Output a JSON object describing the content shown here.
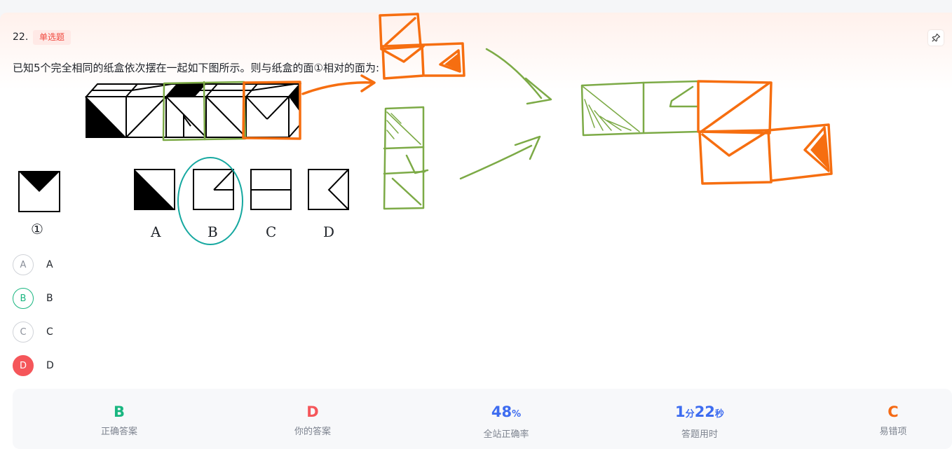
{
  "question": {
    "number": "22.",
    "type_badge": "单选题",
    "text": "已知5个完全相同的纸盒依次摆在一起如下图所示。则与纸盒的面①相对的面为:",
    "figure_labels": {
      "face": "①",
      "a": "A",
      "b": "B",
      "c": "C",
      "d": "D"
    }
  },
  "options": [
    {
      "letter": "A",
      "text": "A",
      "state": "default"
    },
    {
      "letter": "B",
      "text": "B",
      "state": "correct"
    },
    {
      "letter": "C",
      "text": "C",
      "state": "default"
    },
    {
      "letter": "D",
      "text": "D",
      "state": "wrong"
    }
  ],
  "stats": {
    "correct_answer": {
      "value": "B",
      "label": "正确答案"
    },
    "your_answer": {
      "value": "D",
      "label": "你的答案"
    },
    "accuracy": {
      "value": "48",
      "unit": "%",
      "label": "全站正确率"
    },
    "time": {
      "min": "1",
      "min_unit": "分",
      "sec": "22",
      "sec_unit": "秒",
      "label": "答题用时"
    },
    "common_error": {
      "value": "C",
      "label": "易错项"
    }
  },
  "colors": {
    "correct": "#19b680",
    "wrong": "#f5565a",
    "accuracy": "#3d6cf0",
    "time": "#3d6cf0",
    "common_error": "#f56a14",
    "ink_orange": "#f66e10",
    "ink_green": "#7caa46",
    "ink_teal": "#16a8a0"
  },
  "icons": {
    "pin": "pin-icon"
  }
}
